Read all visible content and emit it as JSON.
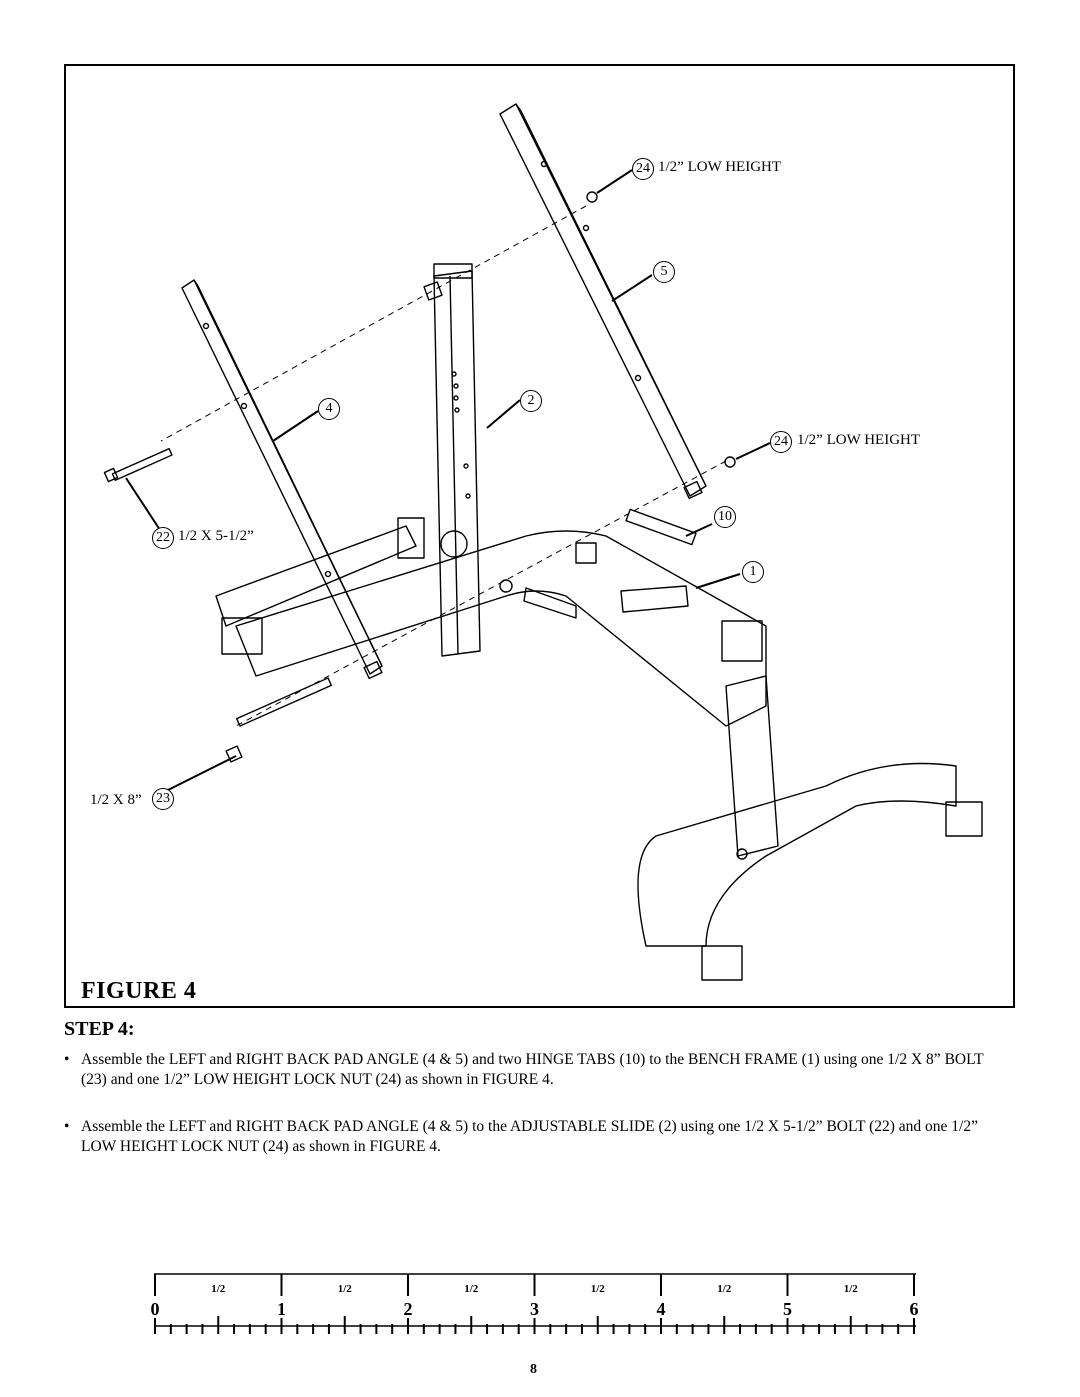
{
  "figure": {
    "title": "FIGURE 4",
    "callouts": {
      "part24_top": {
        "num": "24",
        "label": "1/2” LOW HEIGHT"
      },
      "part5": {
        "num": "5"
      },
      "part4": {
        "num": "4"
      },
      "part2": {
        "num": "2"
      },
      "part24_right": {
        "num": "24",
        "label": "1/2” LOW HEIGHT"
      },
      "part22": {
        "num": "22",
        "label": "1/2 X 5-1/2”"
      },
      "part10": {
        "num": "10"
      },
      "part1": {
        "num": "1"
      },
      "part23": {
        "num": "23",
        "label": "1/2 X 8”"
      }
    }
  },
  "step": {
    "title": "STEP 4:",
    "bullets": [
      "Assemble the LEFT and RIGHT BACK PAD ANGLE (4 & 5) and two HINGE TABS (10) to the BENCH FRAME (1) using one 1/2 X 8” BOLT (23) and one 1/2” LOW HEIGHT LOCK NUT (24) as shown in FIGURE 4.",
      "Assemble the LEFT and RIGHT BACK PAD ANGLE (4 & 5) to the ADJUSTABLE SLIDE (2) using one 1/2 X 5-1/2” BOLT (22) and one 1/2” LOW HEIGHT LOCK NUT (24) as shown in FIGURE 4."
    ],
    "bullet_char": "•"
  },
  "ruler": {
    "numbers": [
      "0",
      "1",
      "2",
      "3",
      "4",
      "5",
      "6"
    ],
    "half_label": "1/2"
  },
  "page_number": "8"
}
